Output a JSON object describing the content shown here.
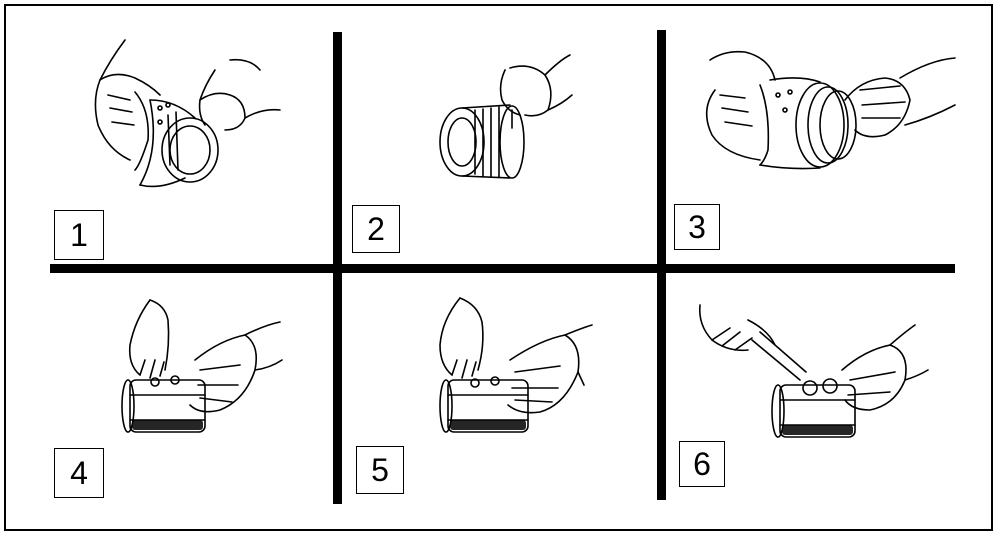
{
  "steps": [
    {
      "number": "1",
      "illustration": "hands-sliding-ring-on-sleeve"
    },
    {
      "number": "2",
      "illustration": "hand-holding-threaded-sleeve"
    },
    {
      "number": "3",
      "illustration": "hands-fitting-ring-into-housing"
    },
    {
      "number": "4",
      "illustration": "hands-holding-block-fitting"
    },
    {
      "number": "5",
      "illustration": "hands-pressing-block-fitting"
    },
    {
      "number": "6",
      "illustration": "hands-tightening-with-wrench"
    }
  ],
  "colors": {
    "line": "#000000",
    "background": "#ffffff"
  }
}
